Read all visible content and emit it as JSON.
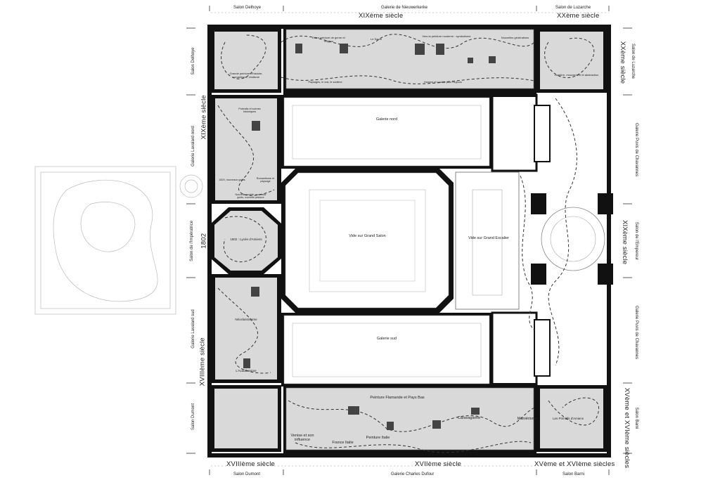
{
  "colors": {
    "wall": "#111111",
    "room_fill": "#d9d9d9",
    "line": "#555555",
    "route": "#333333",
    "background": "#ffffff"
  },
  "top": {
    "salon_left": "Salon Delhoye",
    "galerie": "Galerie de Nieuwerkerke",
    "salon_right": "Salon de Luzarche",
    "century_center": "XIXème siècle",
    "century_right": "XXème siècle"
  },
  "bottom": {
    "salon_left": "Salon Dumont",
    "galerie": "Galerie Charles Dufour",
    "salon_right": "Salon Barni",
    "century_left": "XVIIIème siècle",
    "century_center": "XVIIème siècle",
    "century_right": "XVème et XVIème siècles"
  },
  "left": {
    "salon_delhoye": "Salon Delhoye",
    "century_top": "XIXème siècle",
    "galerie_nord": "Galerie Lavalard nord",
    "salon_imperatrice": "Salon de l'Impératrice",
    "year": "1802",
    "galerie_sud": "Galerie Lavalard sud",
    "century_bottom": "XVIIIème siècle",
    "salon_dumont": "Salon Dumont"
  },
  "right": {
    "salon_luzarche": "Salon de Luzarche",
    "century_top": "XXème siècle",
    "galerie_puvis_1": "Galerie Puvis de Chavannes",
    "salon_empereur": "Salon de l'Empereur",
    "century_mid": "XIXème siècle",
    "galerie_puvis_2": "Galerie Puvis de Chavannes",
    "salon_barni": "Salon Barni",
    "century_bottom": "XVème et XVIème siècles"
  },
  "rooms": {
    "galerie_nord": "Galerie nord",
    "vide_grand_salon": "Vide sur Grand Salon",
    "vide_grand_escalier": "Vide sur Grand Escalier",
    "galerie_sud": "Galerie sud",
    "peinture_flamande": "Peinture Flamande et Pays Bas",
    "caravagisme": "Caravagisme",
    "manierisme": "Maniérisme",
    "venise": "Venise et son influence",
    "france_italie": "France Italie",
    "peinture_italie": "Peinture Italie",
    "les_primitifs": "Les Primitifs d'Amiens",
    "neoclassicisme": "Néoclassicisme",
    "academisme": "L'Académisme",
    "salon_imperatrice_room": "1802 : Lycée d'Amiens",
    "grand_peinture": "Grande peinture d'histoire, romantisme, réalisme",
    "entre_peinture": "Entre peinture de genre et religion",
    "le_sacre": "Le Sacré",
    "vers_symbolisme": "Vers la peinture moderne : symbolisme",
    "nouvelle_generation": "Nouvelles générations",
    "lumiere": "Lumière, mouvement et abstraction",
    "paysages": "Paysages, le vrai, le sublime",
    "homme": "Homme et société pour toujours",
    "portraits": "Portraits et scènes historiques",
    "annees_1820": "1820, nouveaux goûts",
    "romantisme": "Romantisme et paysage",
    "nouvelle_societe": "Nouvelle société, nouveaux goûts, nouvelle peinture"
  }
}
